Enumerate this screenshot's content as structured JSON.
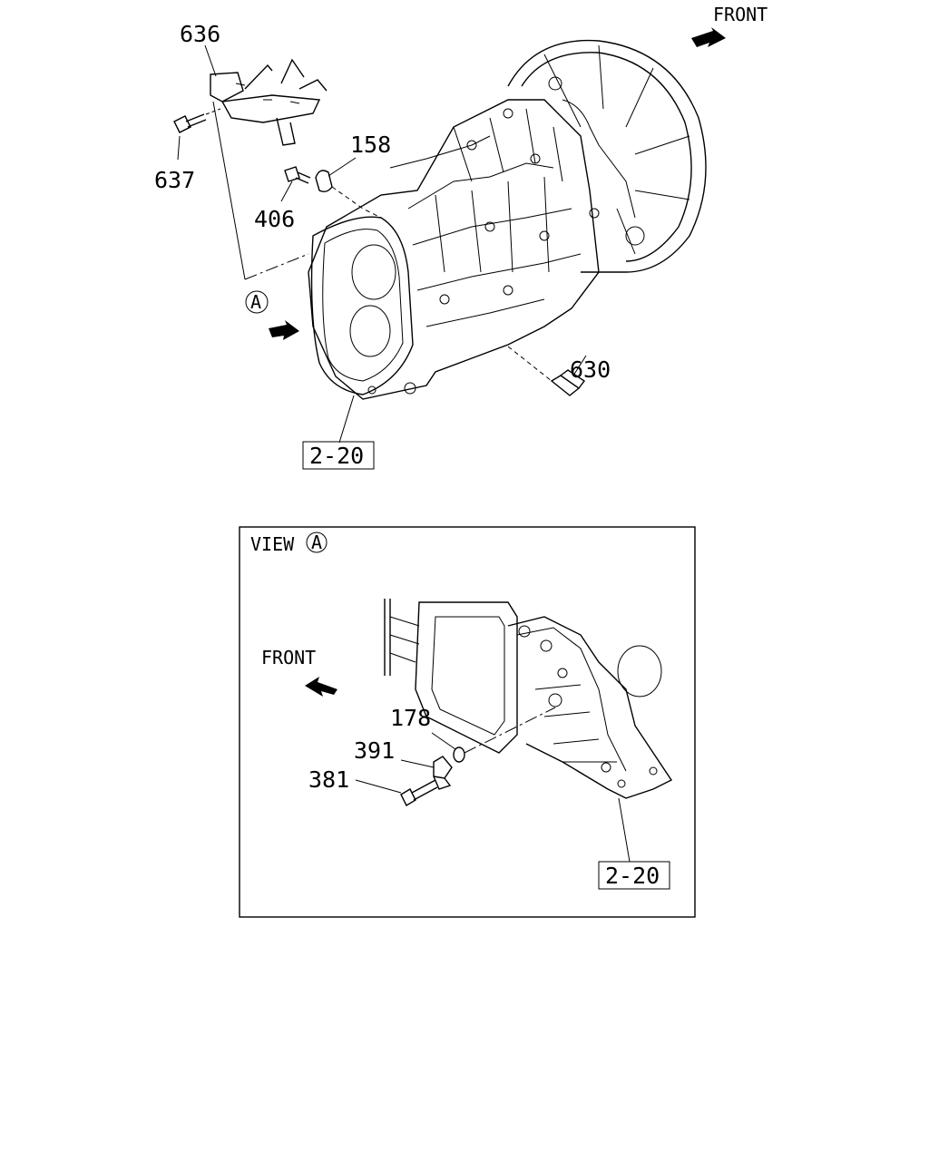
{
  "top_view": {
    "front_label": "FRONT",
    "callouts": {
      "c636": "636",
      "c637": "637",
      "c158": "158",
      "c406": "406",
      "c630": "630"
    },
    "view_marker": "A",
    "ref_box": "2-20"
  },
  "detail_view": {
    "title": "VIEW",
    "title_marker": "A",
    "front_label": "FRONT",
    "callouts": {
      "c178": "178",
      "c391": "391",
      "c381": "381"
    },
    "ref_box": "2-20"
  }
}
